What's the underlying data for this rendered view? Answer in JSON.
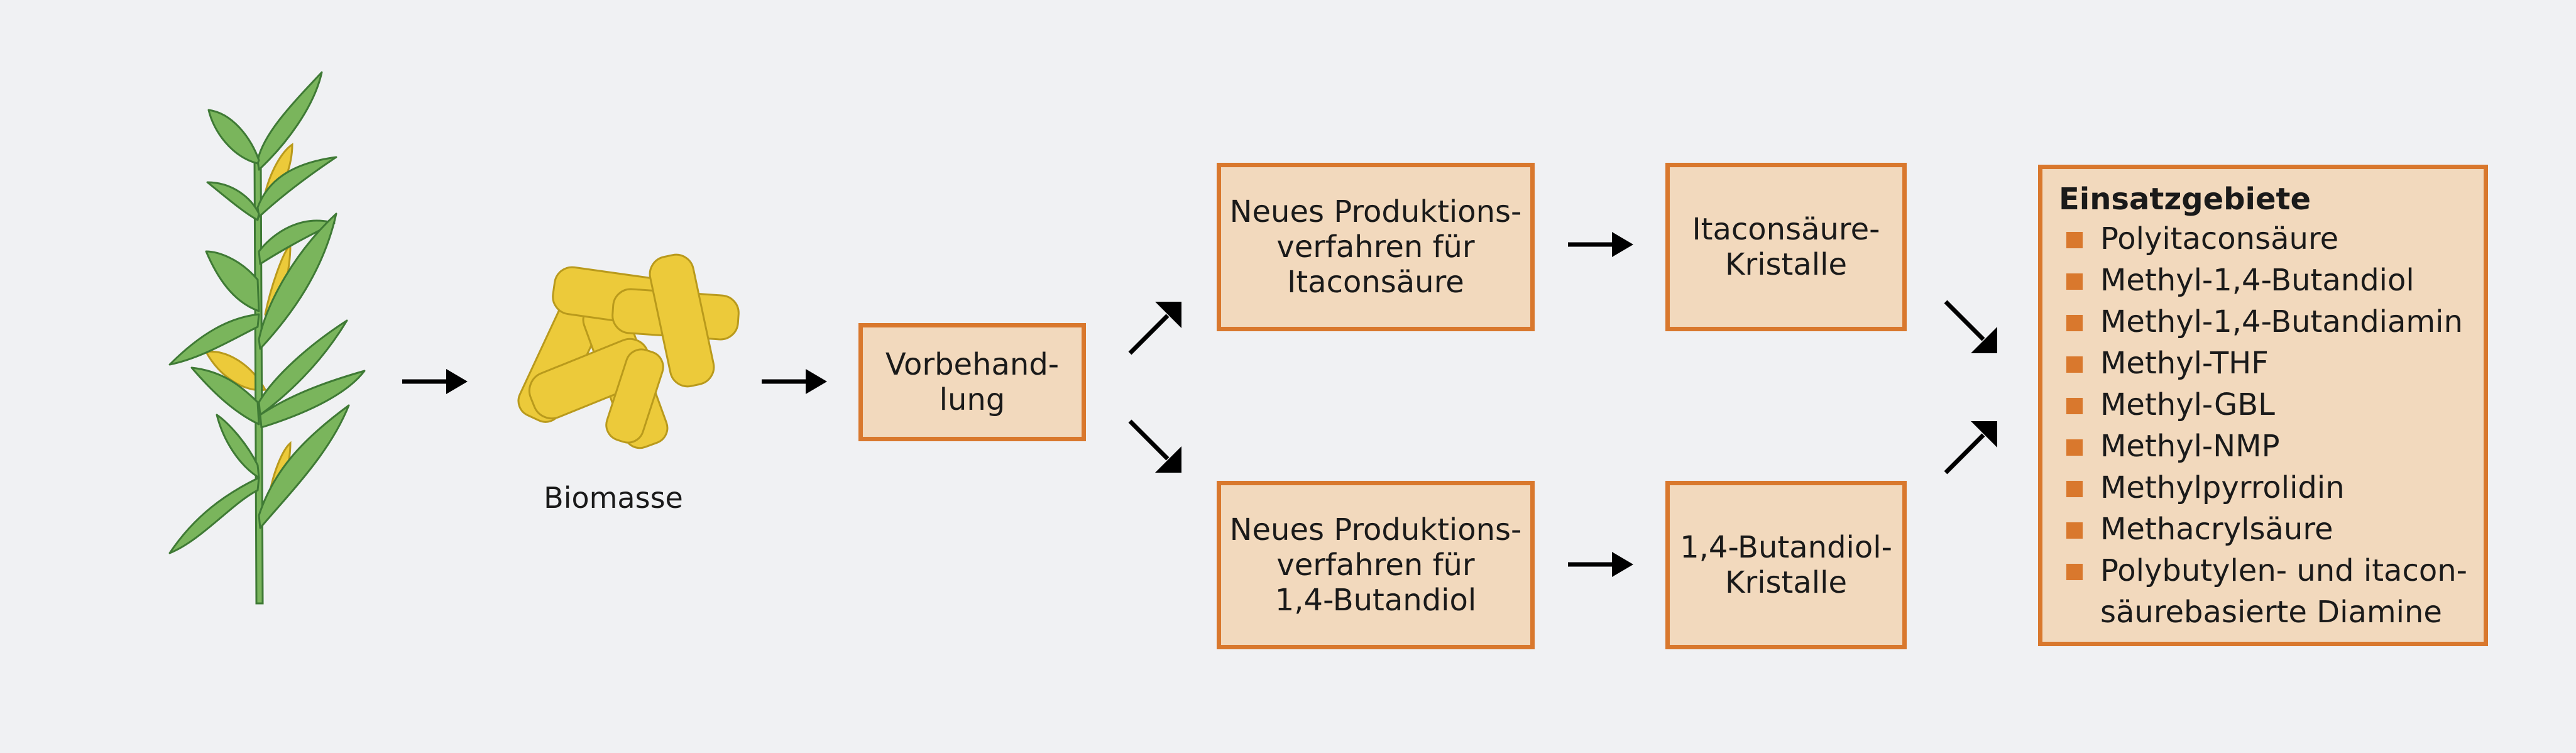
{
  "colors": {
    "background": "#f0f1f3",
    "box_fill": "#f2d9bd",
    "box_border": "#d9782d",
    "leaf_green": "#7ab55c",
    "leaf_outline": "#3f7a35",
    "biomass_yellow": "#ecca3a",
    "biomass_outline": "#b99a1c"
  },
  "biomass": {
    "label": "Biomasse"
  },
  "pretreatment": {
    "label": "Vorbehand-\nlung"
  },
  "process_itaconic": {
    "label": "Neues Produktions-\nverfahren für\nItaconsäure"
  },
  "process_butanediol": {
    "label": "Neues Produktions-\nverfahren für\n1,4-Butandiol"
  },
  "product_itaconic": {
    "label": "Itaconsäure-\nKristalle"
  },
  "product_butanediol": {
    "label": "1,4-Butandiol-\nKristalle"
  },
  "applications": {
    "title": "Einsatzgebiete",
    "items": [
      {
        "text": "Polyitaconsäure"
      },
      {
        "text": "Methyl-1,4-Butandiol"
      },
      {
        "text": "Methyl-1,4-Butandiamin"
      },
      {
        "text": "Methyl-THF"
      },
      {
        "text": "Methyl-GBL"
      },
      {
        "text": "Methyl-NMP"
      },
      {
        "text": "Methylpyrrolidin"
      },
      {
        "text": "Methacrylsäure"
      },
      {
        "text": "Polybutylen- und itacon-",
        "cont": "säurebasierte Diamine"
      }
    ]
  }
}
